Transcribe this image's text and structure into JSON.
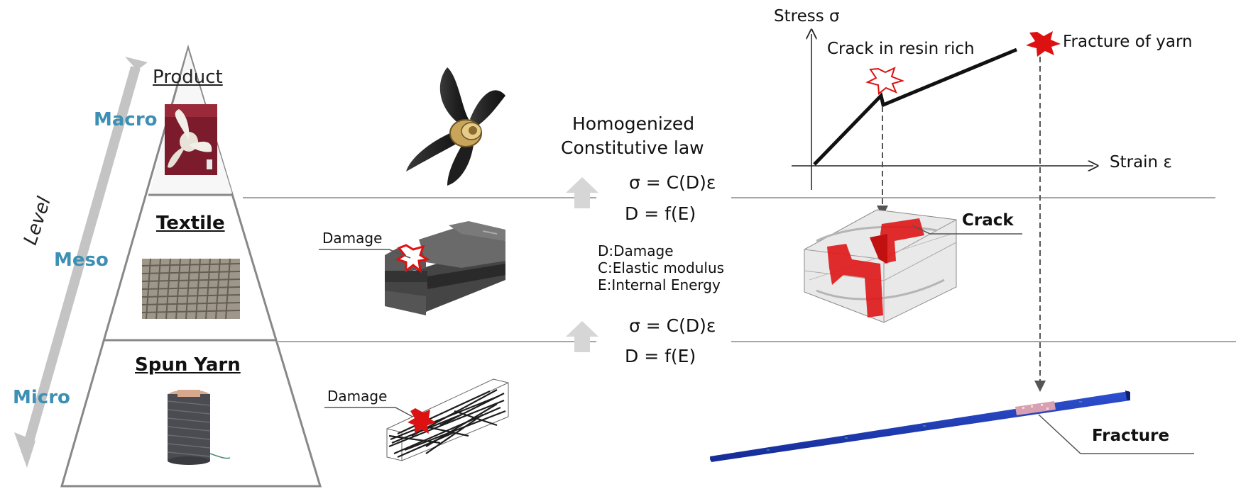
{
  "levels": {
    "axis_label": "Level",
    "macro": "Macro",
    "meso": "Meso",
    "micro": "Micro"
  },
  "pyramid": {
    "product": "Product",
    "textile": "Textile",
    "spun_yarn": "Spun Yarn"
  },
  "damage_labels": {
    "meso": "Damage",
    "micro": "Damage"
  },
  "law": {
    "title_line1": "Homogenized",
    "title_line2": "Constitutive law",
    "eq1_upper": "σ = C(D)ε",
    "eq2_upper": "D = f(E)",
    "eq1_lower": "σ = C(D)ε",
    "eq2_lower": "D = f(E)"
  },
  "definitions": {
    "d": "D:Damage",
    "c": "C:Elastic modulus",
    "e": "E:Internal Energy"
  },
  "stress_strain": {
    "y_label": "Stress σ",
    "x_label": "Strain ε",
    "crack_note": "Crack in resin rich",
    "fracture_note": "Fracture of yarn"
  },
  "results": {
    "crack": "Crack",
    "fracture": "Fracture"
  },
  "colors": {
    "level_blue": "#3d8fb3",
    "damage_red": "#dd1111",
    "arrow_gray": "#c7c7c7",
    "yarn_blue": "#1a35b8"
  }
}
